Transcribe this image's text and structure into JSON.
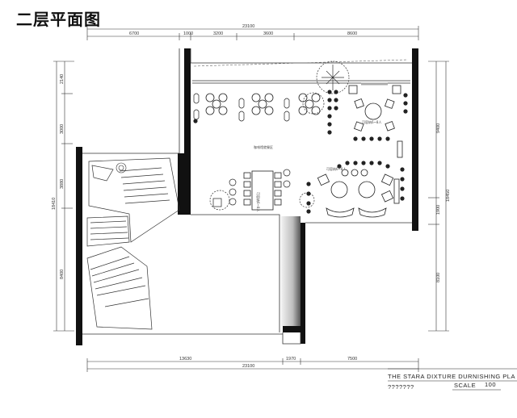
{
  "title": "二层平面图",
  "dimensions": {
    "top_total": "23100",
    "top_segments": [
      "6700",
      "1000",
      "3200",
      "3600",
      "8600"
    ],
    "bottom_segments": [
      "13630",
      "1970",
      "7500"
    ],
    "bottom_total": "23100",
    "left_total": "18410",
    "left_segments": [
      "2140",
      "3000",
      "3880",
      "8400"
    ],
    "right_total": "18450",
    "right_segments": [
      "9400",
      "1900",
      "8100"
    ]
  },
  "room_labels": {
    "center": "咖啡馆就餐区",
    "table_left": "可容纳6~8人",
    "table_right_top": "可容纳6~8人",
    "table_right_mid": "可容纳6~8人"
  },
  "caption": {
    "line1": "THE STARA  DIXTURE  DURNISHING  PLA",
    "line2_left": "???????",
    "scale_label": "SCALE",
    "scale_value": "100"
  }
}
